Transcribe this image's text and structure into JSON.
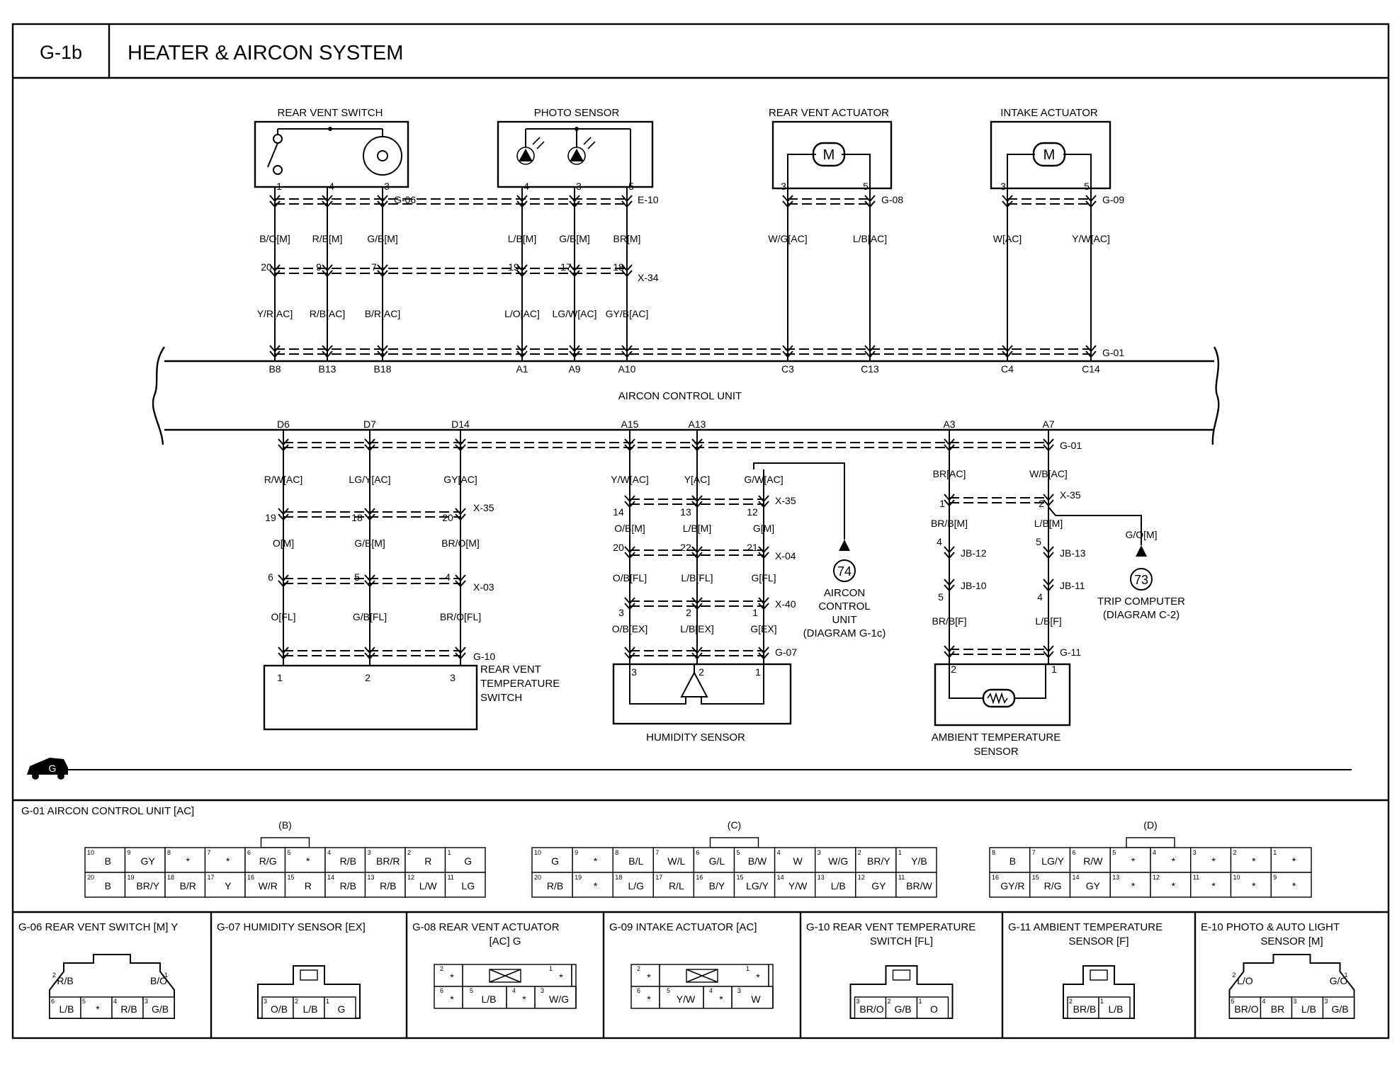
{
  "header": {
    "code": "G-1b",
    "title": "HEATER & AIRCON SYSTEM"
  },
  "control_unit": {
    "label": "AIRCON CONTROL UNIT"
  },
  "components": {
    "rear_vent_switch": "REAR VENT SWITCH",
    "photo_sensor": "PHOTO SENSOR",
    "rear_vent_actuator": "REAR VENT ACTUATOR",
    "intake_actuator": "INTAKE ACTUATOR",
    "rear_vent_temp_switch": [
      "REAR VENT",
      "TEMPERATURE",
      "SWITCH"
    ],
    "humidity_sensor": "HUMIDITY SENSOR",
    "ambient_temp_sensor": [
      "AMBIENT TEMPERATURE",
      "SENSOR"
    ],
    "motor_symbol": "M"
  },
  "references": [
    {
      "number": "74",
      "lines": [
        "AIRCON",
        "CONTROL",
        "UNIT",
        "(DIAGRAM G-1c)"
      ]
    },
    {
      "number": "73",
      "lines": [
        "TRIP COMPUTER",
        "(DIAGRAM C-2)"
      ]
    }
  ],
  "vehicle_icon_letter": "G",
  "top_wires": [
    {
      "pin": "1",
      "conn": "G-06",
      "w1": "B/O[M]",
      "p2": "20",
      "conn2": "",
      "w2": "Y/R[AC]",
      "cu": "B8"
    },
    {
      "pin": "4",
      "conn": "",
      "w1": "R/B[M]",
      "p2": "9",
      "conn2": "",
      "w2": "R/B[AC]",
      "cu": "B13"
    },
    {
      "pin": "3",
      "conn": "",
      "w1": "G/B[M]",
      "p2": "7",
      "conn2": "",
      "w2": "B/R[AC]",
      "cu": "B18"
    },
    {
      "pin": "4",
      "conn": "",
      "w1": "L/B[M]",
      "p2": "19",
      "conn2": "",
      "w2": "L/O[AC]",
      "cu": "A1"
    },
    {
      "pin": "3",
      "conn": "",
      "w1": "G/B[M]",
      "p2": "17",
      "conn2": "",
      "w2": "LG/W[AC]",
      "cu": "A9"
    },
    {
      "pin": "5",
      "conn": "E-10",
      "w1": "BR[M]",
      "p2": "18",
      "conn2": "X-34",
      "w2": "GY/B[AC]",
      "cu": "A10"
    },
    {
      "pin": "3",
      "conn": "",
      "w1": "W/G[AC]",
      "cu": "C3"
    },
    {
      "pin": "5",
      "conn": "G-08",
      "w1": "L/B[AC]",
      "cu": "C13"
    },
    {
      "pin": "3",
      "conn": "",
      "w1": "W[AC]",
      "cu": "C4"
    },
    {
      "pin": "5",
      "conn": "G-09",
      "w1": "Y/W[AC]",
      "cu": "C14"
    }
  ],
  "g01_label": "G-01",
  "bottom_wires": {
    "rvts": [
      {
        "cu": "D6",
        "w1": "R/W[AC]",
        "p1": "19",
        "w2": "O[M]",
        "p2": "6",
        "w3": "O[FL]",
        "pin": "1"
      },
      {
        "cu": "D7",
        "w1": "LG/Y[AC]",
        "p1": "18",
        "w2": "G/B[M]",
        "p2": "5",
        "w3": "G/B[FL]",
        "pin": "2"
      },
      {
        "cu": "D14",
        "w1": "GY[AC]",
        "p1": "20",
        "w2": "BR/O[M]",
        "p2": "4",
        "w3": "BR/O[FL]",
        "pin": "3"
      }
    ],
    "rvts_conns": [
      "X-35",
      "X-03",
      "G-10"
    ],
    "hum": [
      {
        "cu": "A15",
        "w1": "Y/W[AC]",
        "p1": "14",
        "w2": "O/B[M]",
        "p2": "20",
        "w3": "O/B[FL]",
        "p3": "3",
        "w4": "O/B[EX]",
        "pin": "3"
      },
      {
        "cu": "A13",
        "w1": "Y[AC]",
        "p1": "13",
        "w2": "L/B[M]",
        "p2": "22",
        "w3": "L/B[FL]",
        "p3": "2",
        "w4": "L/B[EX]",
        "pin": "2"
      },
      {
        "cu": "",
        "w1": "G/W[AC]",
        "p1": "12",
        "w2": "G[M]",
        "p2": "21",
        "w3": "G[FL]",
        "p3": "1",
        "w4": "G[EX]",
        "pin": "1"
      }
    ],
    "hum_conns": [
      "X-35",
      "X-04",
      "X-40",
      "G-07"
    ],
    "amb": [
      {
        "cu": "A3",
        "w1": "BR[AC]",
        "p1": "1",
        "w2": "BR/B[M]",
        "p2": "4",
        "jb1": "JB-12",
        "p3": "5",
        "jb2": "JB-10",
        "w3": "BR/B[F]",
        "pin": "2"
      },
      {
        "cu": "A7",
        "w1": "W/B[AC]",
        "p1": "2",
        "w2": "L/B[M]",
        "p2": "5",
        "jb1": "JB-13",
        "p3": "4",
        "jb2": "JB-11",
        "w3": "L/B[F]",
        "pin": "1"
      }
    ],
    "amb_conns": [
      "X-35",
      "G-11"
    ],
    "trip_wire": "G/O[M]"
  },
  "g01_section": {
    "title": "G-01 AIRCON CONTROL UNIT [AC]",
    "connectors": [
      {
        "label": "(B)",
        "row1": [
          [
            "10",
            "B"
          ],
          [
            "9",
            "GY"
          ],
          [
            "8",
            "*"
          ],
          [
            "7",
            "*"
          ],
          [
            "6",
            "R/G"
          ],
          [
            "5",
            "*"
          ],
          [
            "4",
            "R/B"
          ],
          [
            "3",
            "BR/R"
          ],
          [
            "2",
            "R"
          ],
          [
            "1",
            "G"
          ]
        ],
        "row2": [
          [
            "20",
            "B"
          ],
          [
            "19",
            "BR/Y"
          ],
          [
            "18",
            "B/R"
          ],
          [
            "17",
            "Y"
          ],
          [
            "16",
            "W/R"
          ],
          [
            "15",
            "R"
          ],
          [
            "14",
            "R/B"
          ],
          [
            "13",
            "R/B"
          ],
          [
            "12",
            "L/W"
          ],
          [
            "11",
            "LG"
          ]
        ]
      },
      {
        "label": "(C)",
        "row1": [
          [
            "10",
            "G"
          ],
          [
            "9",
            "*"
          ],
          [
            "8",
            "B/L"
          ],
          [
            "7",
            "W/L"
          ],
          [
            "6",
            "G/L"
          ],
          [
            "5",
            "B/W"
          ],
          [
            "4",
            "W"
          ],
          [
            "3",
            "W/G"
          ],
          [
            "2",
            "BR/Y"
          ],
          [
            "1",
            "Y/B"
          ]
        ],
        "row2": [
          [
            "20",
            "R/B"
          ],
          [
            "19",
            "*"
          ],
          [
            "18",
            "L/G"
          ],
          [
            "17",
            "R/L"
          ],
          [
            "16",
            "B/Y"
          ],
          [
            "15",
            "LG/Y"
          ],
          [
            "14",
            "Y/W"
          ],
          [
            "13",
            "L/B"
          ],
          [
            "12",
            "GY"
          ],
          [
            "11",
            "BR/W"
          ]
        ]
      },
      {
        "label": "(D)",
        "row1": [
          [
            "8",
            "B"
          ],
          [
            "7",
            "LG/Y"
          ],
          [
            "6",
            "R/W"
          ],
          [
            "5",
            "*"
          ],
          [
            "4",
            "*"
          ],
          [
            "3",
            "*"
          ],
          [
            "2",
            "*"
          ],
          [
            "1",
            "*"
          ]
        ],
        "row2": [
          [
            "16",
            "GY/R"
          ],
          [
            "15",
            "R/G"
          ],
          [
            "14",
            "GY"
          ],
          [
            "13",
            "*"
          ],
          [
            "12",
            "*"
          ],
          [
            "11",
            "*"
          ],
          [
            "10",
            "*"
          ],
          [
            "9",
            "*"
          ]
        ]
      }
    ]
  },
  "bottom_connectors": [
    {
      "title": [
        "G-06 REAR VENT SWITCH [M] Y"
      ],
      "cells": [
        [
          "2",
          "R/B"
        ],
        [
          "1",
          "B/O"
        ],
        [
          "6",
          "L/B"
        ],
        [
          "5",
          "*"
        ],
        [
          "4",
          "R/B"
        ],
        [
          "3",
          "G/B"
        ]
      ]
    },
    {
      "title": [
        "G-07 HUMIDITY SENSOR [EX]"
      ],
      "cells": [
        [
          "3",
          "O/B"
        ],
        [
          "2",
          "L/B"
        ],
        [
          "1",
          "G"
        ]
      ]
    },
    {
      "title": [
        "G-08 REAR VENT ACTUATOR",
        "[AC] G"
      ],
      "cells": [
        [
          "2",
          "*"
        ],
        [
          "1",
          "*"
        ],
        [
          "6",
          "*"
        ],
        [
          "5",
          "L/B"
        ],
        [
          "4",
          "*"
        ],
        [
          "3",
          "W/G"
        ]
      ]
    },
    {
      "title": [
        "G-09 INTAKE ACTUATOR [AC]"
      ],
      "cells": [
        [
          "2",
          "*"
        ],
        [
          "1",
          "*"
        ],
        [
          "6",
          "*"
        ],
        [
          "5",
          "Y/W"
        ],
        [
          "4",
          "*"
        ],
        [
          "3",
          "W"
        ]
      ]
    },
    {
      "title": [
        "G-10 REAR VENT TEMPERATURE",
        "SWITCH [FL]"
      ],
      "cells": [
        [
          "3",
          "BR/O"
        ],
        [
          "2",
          "G/B"
        ],
        [
          "1",
          "O"
        ]
      ]
    },
    {
      "title": [
        "G-11 AMBIENT TEMPERATURE",
        "SENSOR [F]"
      ],
      "cells": [
        [
          "2",
          "BR/B"
        ],
        [
          "1",
          "L/B"
        ]
      ]
    },
    {
      "title": [
        "E-10 PHOTO & AUTO LIGHT",
        "SENSOR [M]"
      ],
      "cells": [
        [
          "2",
          "L/O"
        ],
        [
          "1",
          "G/O"
        ],
        [
          "5",
          "BR/O"
        ],
        [
          "4",
          "BR"
        ],
        [
          "3",
          "L/B"
        ],
        [
          "3",
          "G/B"
        ]
      ]
    }
  ]
}
